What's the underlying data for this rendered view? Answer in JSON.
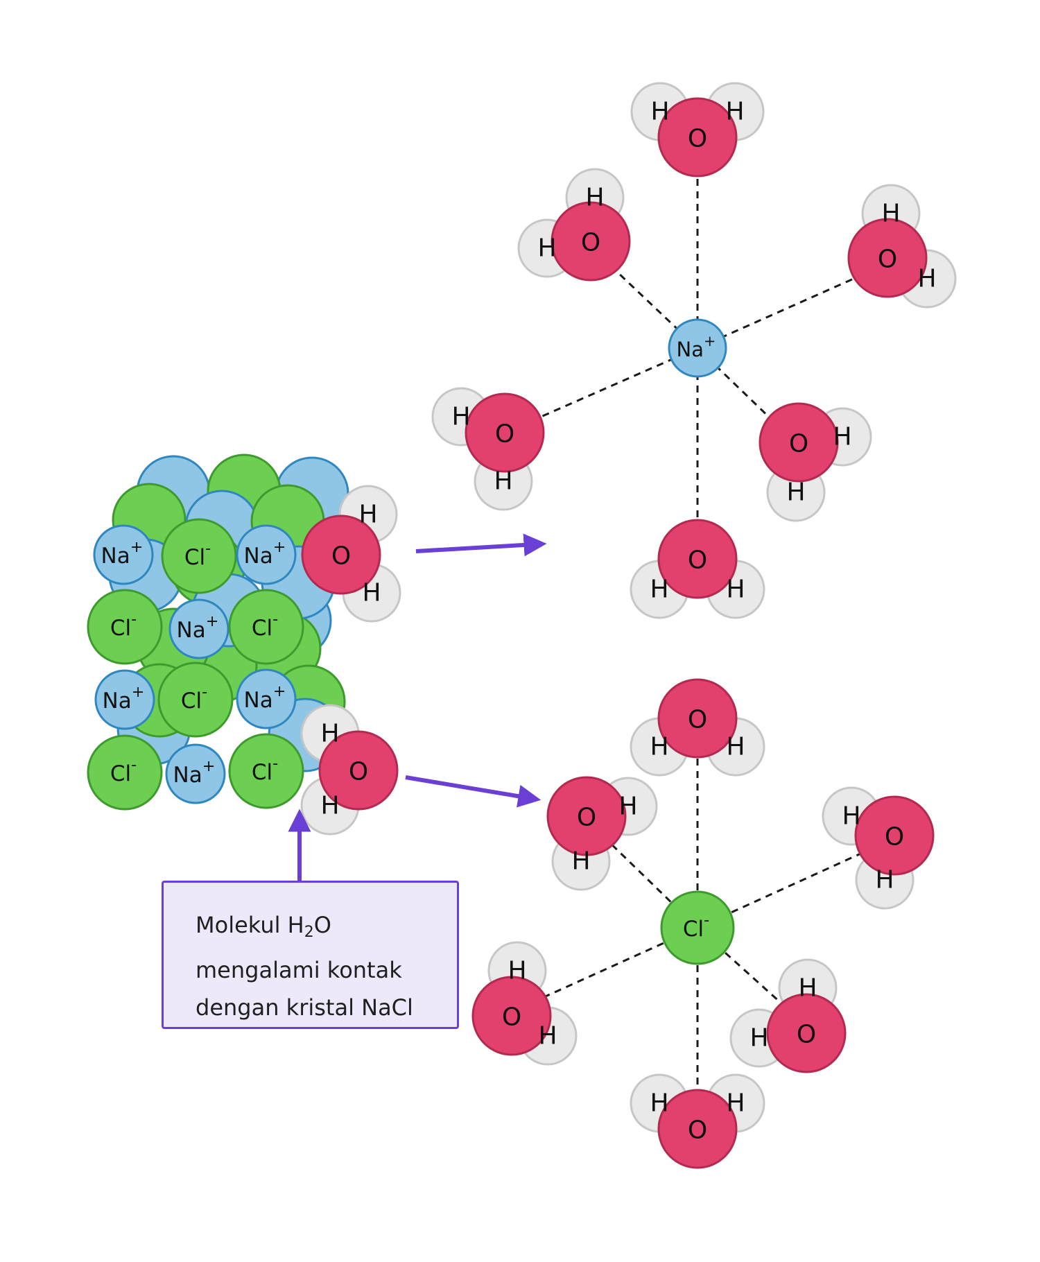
{
  "labels": {
    "hydrogen": "H",
    "oxygen": "O",
    "sodium": "Na",
    "sodium_charge": "+",
    "chloride": "Cl",
    "chloride_charge": "-"
  },
  "caption": {
    "line1_prefix": "Molekul H",
    "line1_subscript": "2",
    "line1_suffix": "O",
    "line2": "mengalami kontak",
    "line3": "dengan kristal NaCl"
  },
  "colors": {
    "oxygen_fill": "#e3416d",
    "oxygen_stroke": "#b3294f",
    "hydrogen_fill": "#e9e9e9",
    "hydrogen_stroke": "#c6c6c6",
    "sodium_fill": "#8fc6e6",
    "sodium_stroke": "#2f87bf",
    "chloride_fill": "#6ccf52",
    "chloride_stroke": "#3d9a2c",
    "arrow": "#6a3fd6",
    "caption_fill": "#ede9fa",
    "caption_border": "#6a3fd6"
  }
}
